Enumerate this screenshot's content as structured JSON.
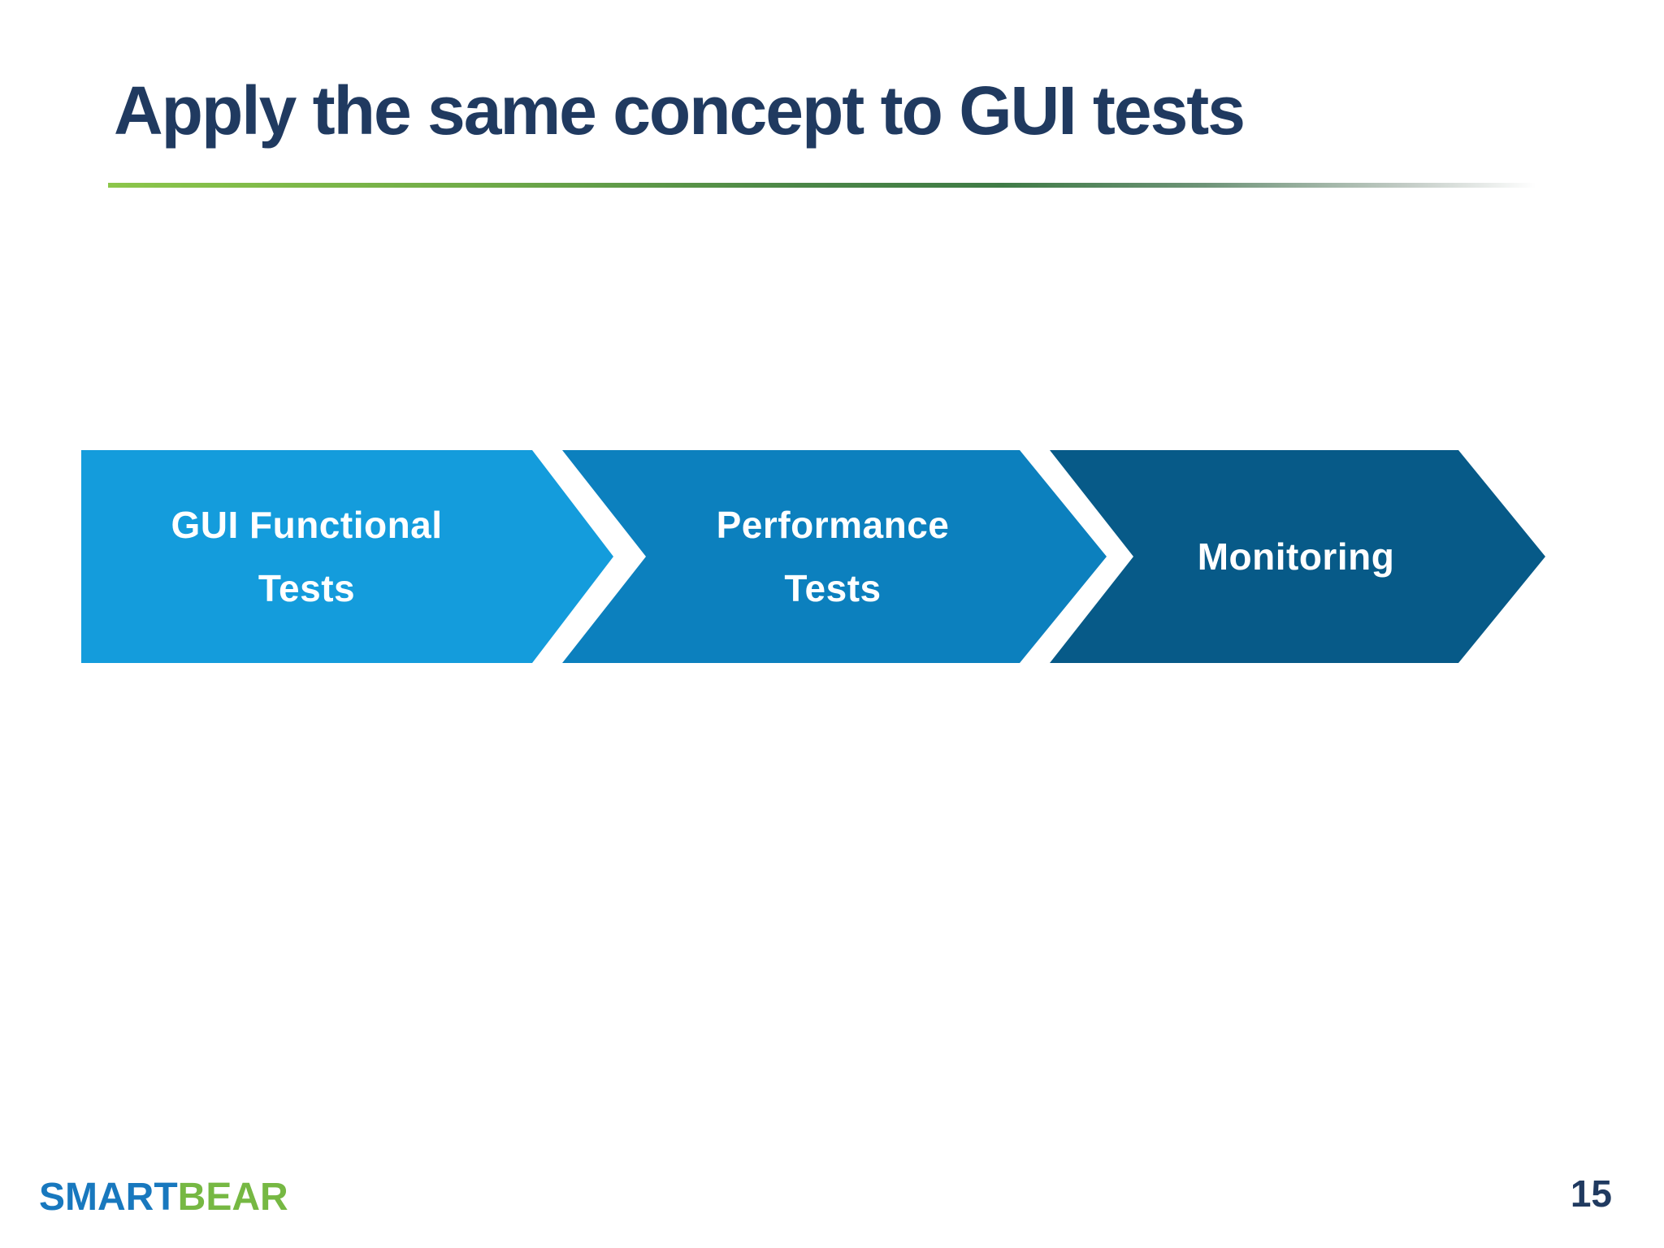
{
  "slide": {
    "title": "Apply the same concept to GUI tests",
    "page_number": "15"
  },
  "diagram": {
    "type": "process-flow-chevrons",
    "direction": "left-to-right",
    "steps": [
      {
        "label": "GUI Functional\nTests",
        "color": "#149CDC"
      },
      {
        "label": "Performance\nTests",
        "color": "#0C80BE"
      },
      {
        "label": "Monitoring",
        "color": "#075A88"
      }
    ],
    "label_color": "#FFFFFF"
  },
  "footer": {
    "logo": {
      "part1": "SMART",
      "part2": "BEAR",
      "part1_color": "#1878BE",
      "part2_color": "#76B843"
    }
  },
  "theme": {
    "title_color": "#203A60",
    "underline_gradient_start": "#8CC64A",
    "underline_gradient_mid": "#3F7B46",
    "underline_gradient_end": "#FFFFFF",
    "background": "#FFFFFF"
  }
}
